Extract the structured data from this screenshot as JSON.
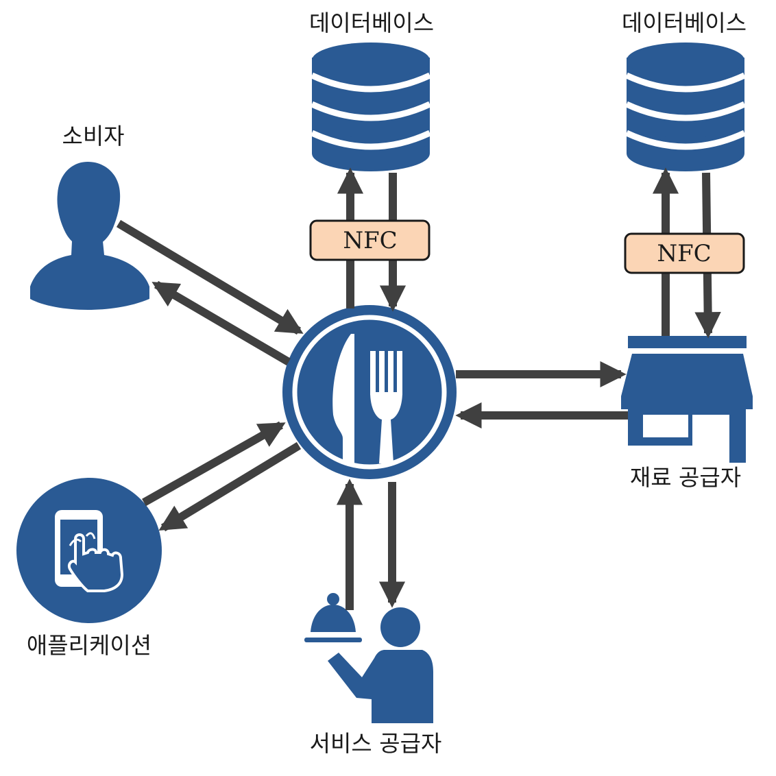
{
  "labels": {
    "db_left": "데이터베이스",
    "db_right": "데이터베이스",
    "consumer": "소비자",
    "application": "애플리케이션",
    "service_provider": "서비스 공급자",
    "material_supplier": "재료 공급자",
    "nfc_left": "NFC",
    "nfc_right": "NFC"
  },
  "icons": {
    "center": "restaurant-knife-fork-icon",
    "db": "database-icon",
    "consumer": "person-icon",
    "application": "smartphone-touch-icon",
    "service": "waiter-cloche-icon",
    "supplier": "storefront-icon"
  },
  "colors": {
    "icon_blue": "#2a5a94",
    "arrow_gray": "#404040",
    "nfc_fill": "#fbd5b5",
    "nfc_stroke": "#1a1a1a"
  }
}
